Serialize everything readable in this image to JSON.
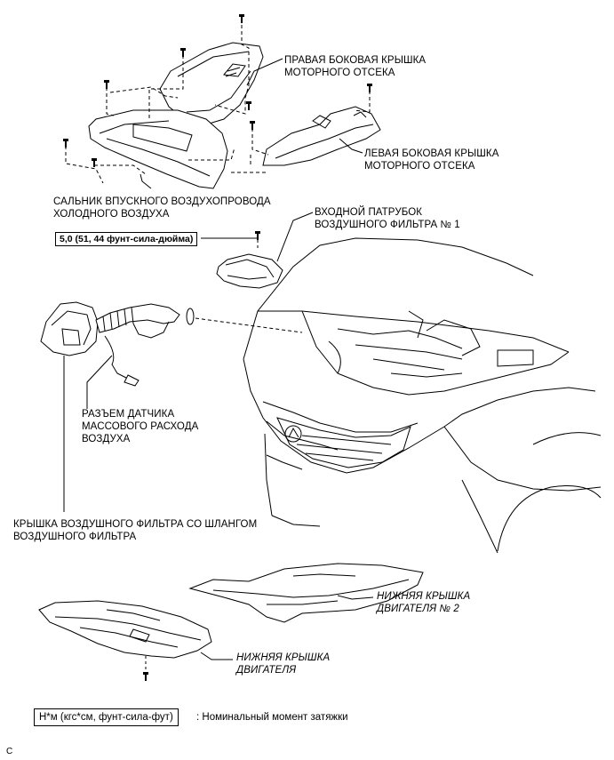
{
  "labels": {
    "right_cover": [
      "ПРАВАЯ БОКОВАЯ КРЫШКА",
      "МОТОРНОГО ОТСЕКА"
    ],
    "left_cover": [
      "ЛЕВАЯ БОКОВАЯ КРЫШКА",
      "МОТОРНОГО ОТСЕКА"
    ],
    "intake_seal": [
      "САЛЬНИК ВПУСКНОГО ВОЗДУХОПРОВОДА",
      "ХОЛОДНОГО ВОЗДУХА"
    ],
    "inlet_pipe": [
      "ВХОДНОЙ ПАТРУБОК",
      "ВОЗДУШНОГО ФИЛЬТРА № 1"
    ],
    "torque": "5,0 (51, 44 фунт-сила-дюйма)",
    "maf_connector": [
      "РАЗЪЕМ ДАТЧИКА",
      "МАССОВОГО РАСХОДА",
      "ВОЗДУХА"
    ],
    "filter_cover": [
      "КРЫШКА ВОЗДУШНОГО ФИЛЬТРА СО ШЛАНГОМ",
      "ВОЗДУШНОГО ФИЛЬТРА"
    ],
    "lower_cover_2": [
      "НИЖНЯЯ КРЫШКА",
      "ДВИГАТЕЛЯ № 2"
    ],
    "lower_cover": [
      "НИЖНЯЯ КРЫШКА",
      "ДВИГАТЕЛЯ"
    ]
  },
  "legend": {
    "unit": "Н*м (кгс*см, фунт-сила-фут)",
    "text": ": Номинальный момент затяжки"
  },
  "figure_mark": "C"
}
